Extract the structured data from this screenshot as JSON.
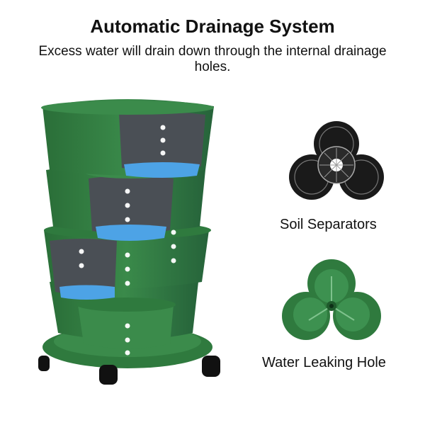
{
  "header": {
    "title": "Automatic Drainage System",
    "subtitle": "Excess water will drain down through the internal drainage holes."
  },
  "labels": {
    "soil_separators": "Soil Separators",
    "water_leaking_hole": "Water Leaking Hole"
  },
  "colors": {
    "pot_green": "#2f7a3e",
    "pot_green_dark": "#1f5a2c",
    "liner_gray": "#4a4f55",
    "water_blue": "#4da3e6",
    "separator_black": "#1a1a1a"
  },
  "icons": [
    "planter-tower-image",
    "soil-separator-icon",
    "water-leaking-hole-icon"
  ]
}
